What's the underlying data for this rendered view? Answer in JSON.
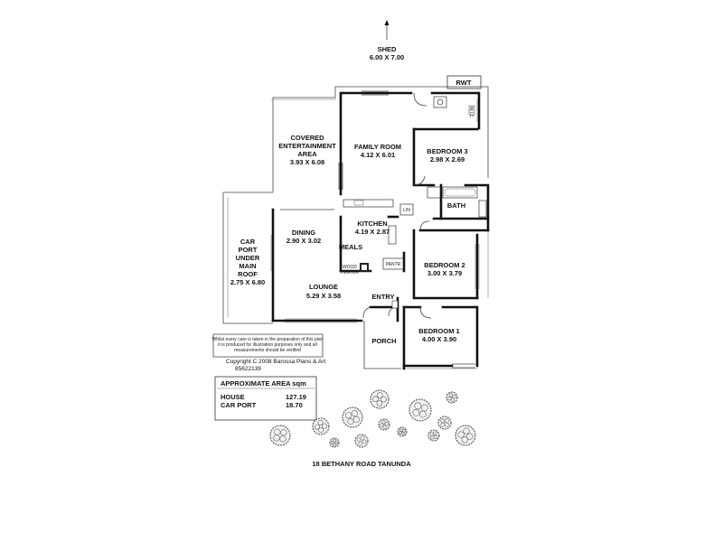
{
  "shed": {
    "name": "SHED",
    "dims": "6.00 X 7.00"
  },
  "rwt": "RWT",
  "rooms": {
    "covered": {
      "line1": "COVERED",
      "line2": "ENTERTAINMENT",
      "line3": "AREA",
      "dims": "3.93 X 6.08"
    },
    "family": {
      "name": "FAMILY ROOM",
      "dims": "4.12 X 6.01"
    },
    "bed3": {
      "name": "BEDROOM 3",
      "dims": "2.98 X 2.69"
    },
    "bath": {
      "name": "BATH"
    },
    "kitchen": {
      "name": "KITCHEN",
      "dims": "4.19 X 2.87"
    },
    "dining": {
      "name": "DINING",
      "dims": "2.90 X 3.02"
    },
    "meals": {
      "name": "MEALS"
    },
    "carport": {
      "line1": "CAR",
      "line2": "PORT",
      "line3": "UNDER",
      "line4": "MAIN",
      "line5": "ROOF",
      "dims": "2.75 X 6.80"
    },
    "bed2": {
      "name": "BEDROOM 2",
      "dims": "3.00 X 3.79"
    },
    "lounge": {
      "name": "LOUNGE",
      "dims": "5.29 X 3.58"
    },
    "entry": {
      "name": "ENTRY"
    },
    "bed1": {
      "name": "BEDROOM 1",
      "dims": "4.00 X 3.90"
    },
    "porch": {
      "name": "PORCH"
    }
  },
  "fixtures": {
    "wood_heater_1": "WOOD",
    "wood_heater_2": "HEATER",
    "pantry": "PANTR",
    "lin": "LIN",
    "wic": "W.I.C"
  },
  "disclaimer": {
    "line1": "Whilst every care is taken in the preparation of this plan",
    "line2": "it is produced for illustration purposes only and all",
    "line3": "measurements should be verified"
  },
  "copyright": {
    "line1": "Copyright  C 2008  Barossa Plans & Art",
    "line2": "85622139"
  },
  "area": {
    "title": "APPROXIMATE AREA sqm",
    "rows": [
      {
        "label": "HOUSE",
        "value": "127.19"
      },
      {
        "label": "CAR PORT",
        "value": "18.70"
      }
    ]
  },
  "address": "18 BETHANY ROAD TANUNDA"
}
